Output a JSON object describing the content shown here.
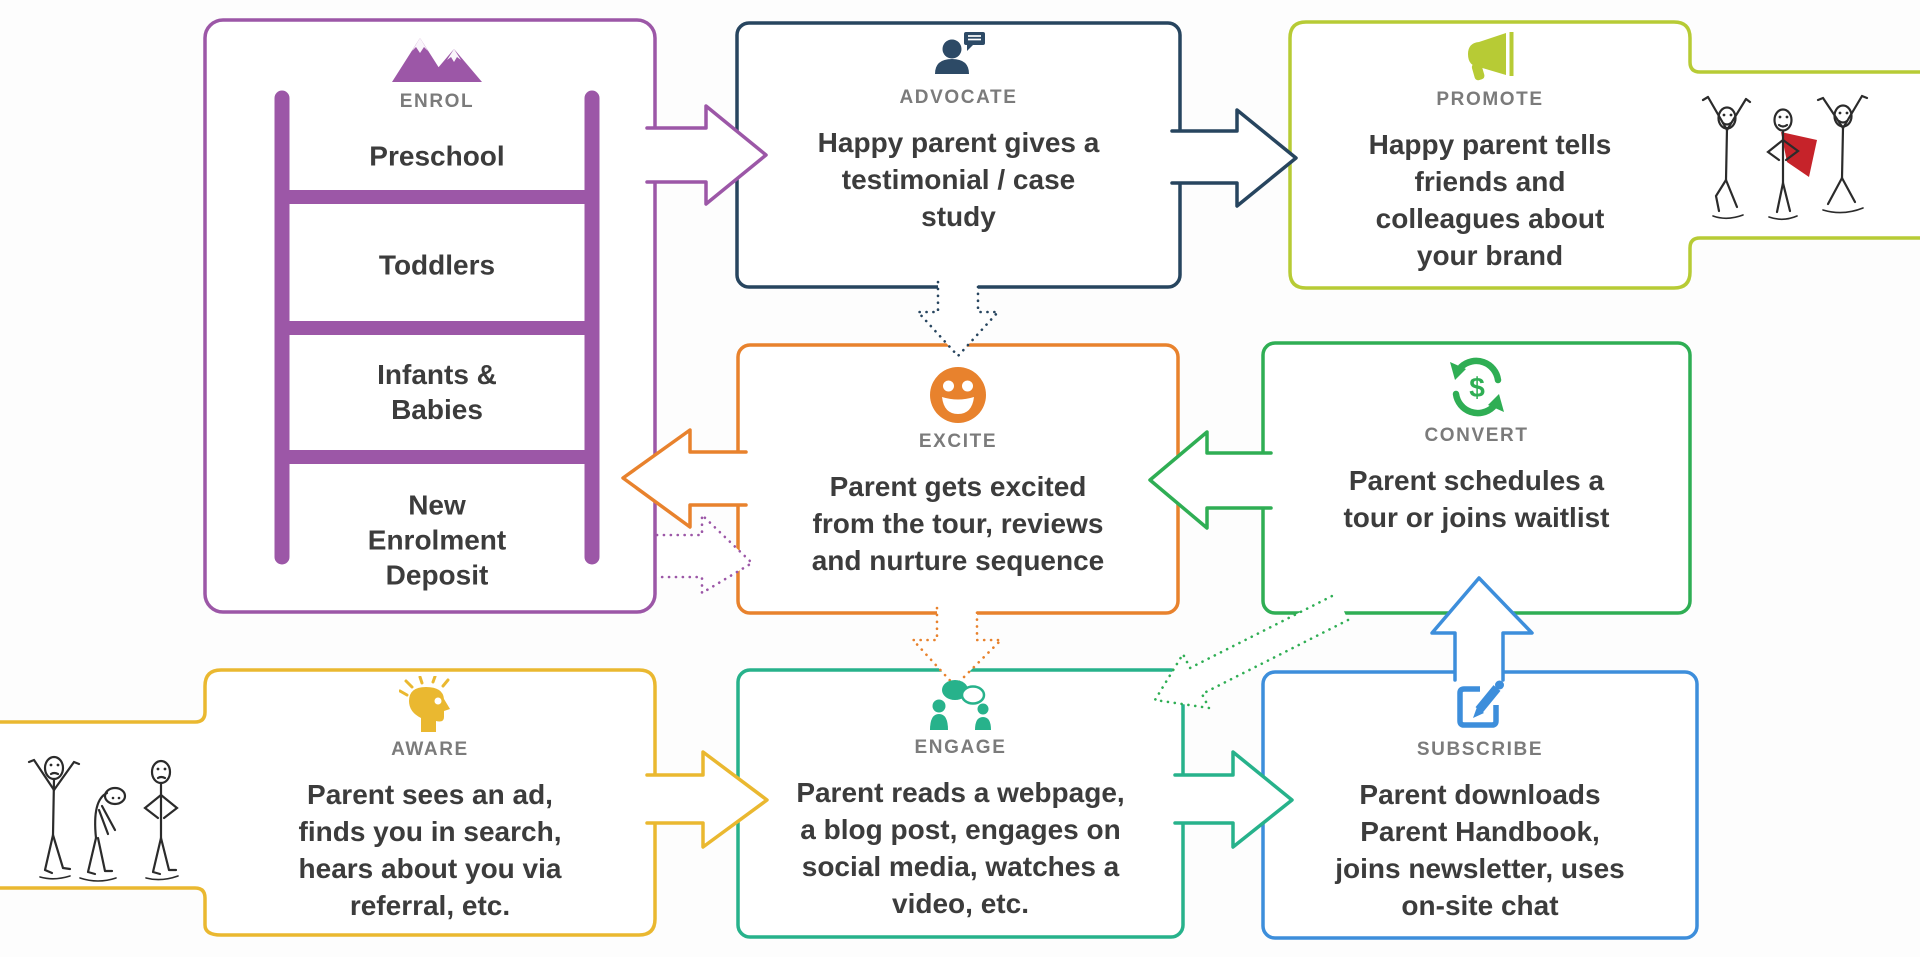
{
  "colors": {
    "enrol_purple": "#9c57a7",
    "advocate_navy": "#27455f",
    "promote_lime": "#b7cb35",
    "excite_orange": "#e8822d",
    "convert_green": "#2fae54",
    "aware_gold": "#eab830",
    "engage_teal": "#27b28b",
    "subscribe_blue": "#3d8edb",
    "cape_red": "#c6232a",
    "text_dark": "#3c3c3c",
    "label_gray": "#7b7b7b"
  },
  "boxes": {
    "enrol": {
      "label": "ENROL",
      "icon": "mountains-icon",
      "steps": [
        "Preschool",
        "Toddlers",
        "Infants & Babies",
        "New Enrolment Deposit"
      ]
    },
    "advocate": {
      "label": "ADVOCATE",
      "icon": "person-speech-bubble-icon",
      "text": "Happy parent gives a testimonial / case study"
    },
    "promote": {
      "label": "PROMOTE",
      "icon": "megaphone-icon",
      "text": "Happy parent tells friends and colleagues about your brand"
    },
    "excite": {
      "label": "EXCITE",
      "icon": "smiley-icon",
      "text": "Parent gets excited from the tour, reviews and nurture sequence"
    },
    "convert": {
      "label": "CONVERT",
      "icon": "dollar-cycle-icon",
      "icon_symbol": "$",
      "text": "Parent schedules a tour or joins waitlist"
    },
    "aware": {
      "label": "AWARE",
      "icon": "idea-head-icon",
      "text": "Parent sees an ad, finds you in search, hears about you via referral, etc."
    },
    "engage": {
      "label": "ENGAGE",
      "icon": "people-chat-icon",
      "text": "Parent reads a webpage, a blog post, engages on social media, watches a video, etc."
    },
    "subscribe": {
      "label": "SUBSCRIBE",
      "icon": "edit-pencil-icon",
      "text": "Parent downloads Parent Handbook, joins newsletter, uses on-site chat"
    }
  },
  "flows": [
    {
      "from": "enrol",
      "to": "advocate",
      "style": "solid"
    },
    {
      "from": "advocate",
      "to": "promote",
      "style": "solid"
    },
    {
      "from": "advocate",
      "to": "excite",
      "style": "dotted"
    },
    {
      "from": "convert",
      "to": "excite",
      "style": "solid"
    },
    {
      "from": "excite",
      "to": "enrol",
      "style": "solid"
    },
    {
      "from": "enrol",
      "to": "excite",
      "style": "dotted"
    },
    {
      "from": "excite",
      "to": "engage",
      "style": "dotted"
    },
    {
      "from": "convert",
      "to": "engage",
      "style": "dotted"
    },
    {
      "from": "aware",
      "to": "engage",
      "style": "solid"
    },
    {
      "from": "engage",
      "to": "subscribe",
      "style": "solid"
    },
    {
      "from": "subscribe",
      "to": "convert",
      "style": "solid"
    }
  ],
  "illustrations": {
    "happy_parents": "three cheering stick figures, one wearing a red superhero cape",
    "unaware_parents": "three unhappy stick figures"
  }
}
